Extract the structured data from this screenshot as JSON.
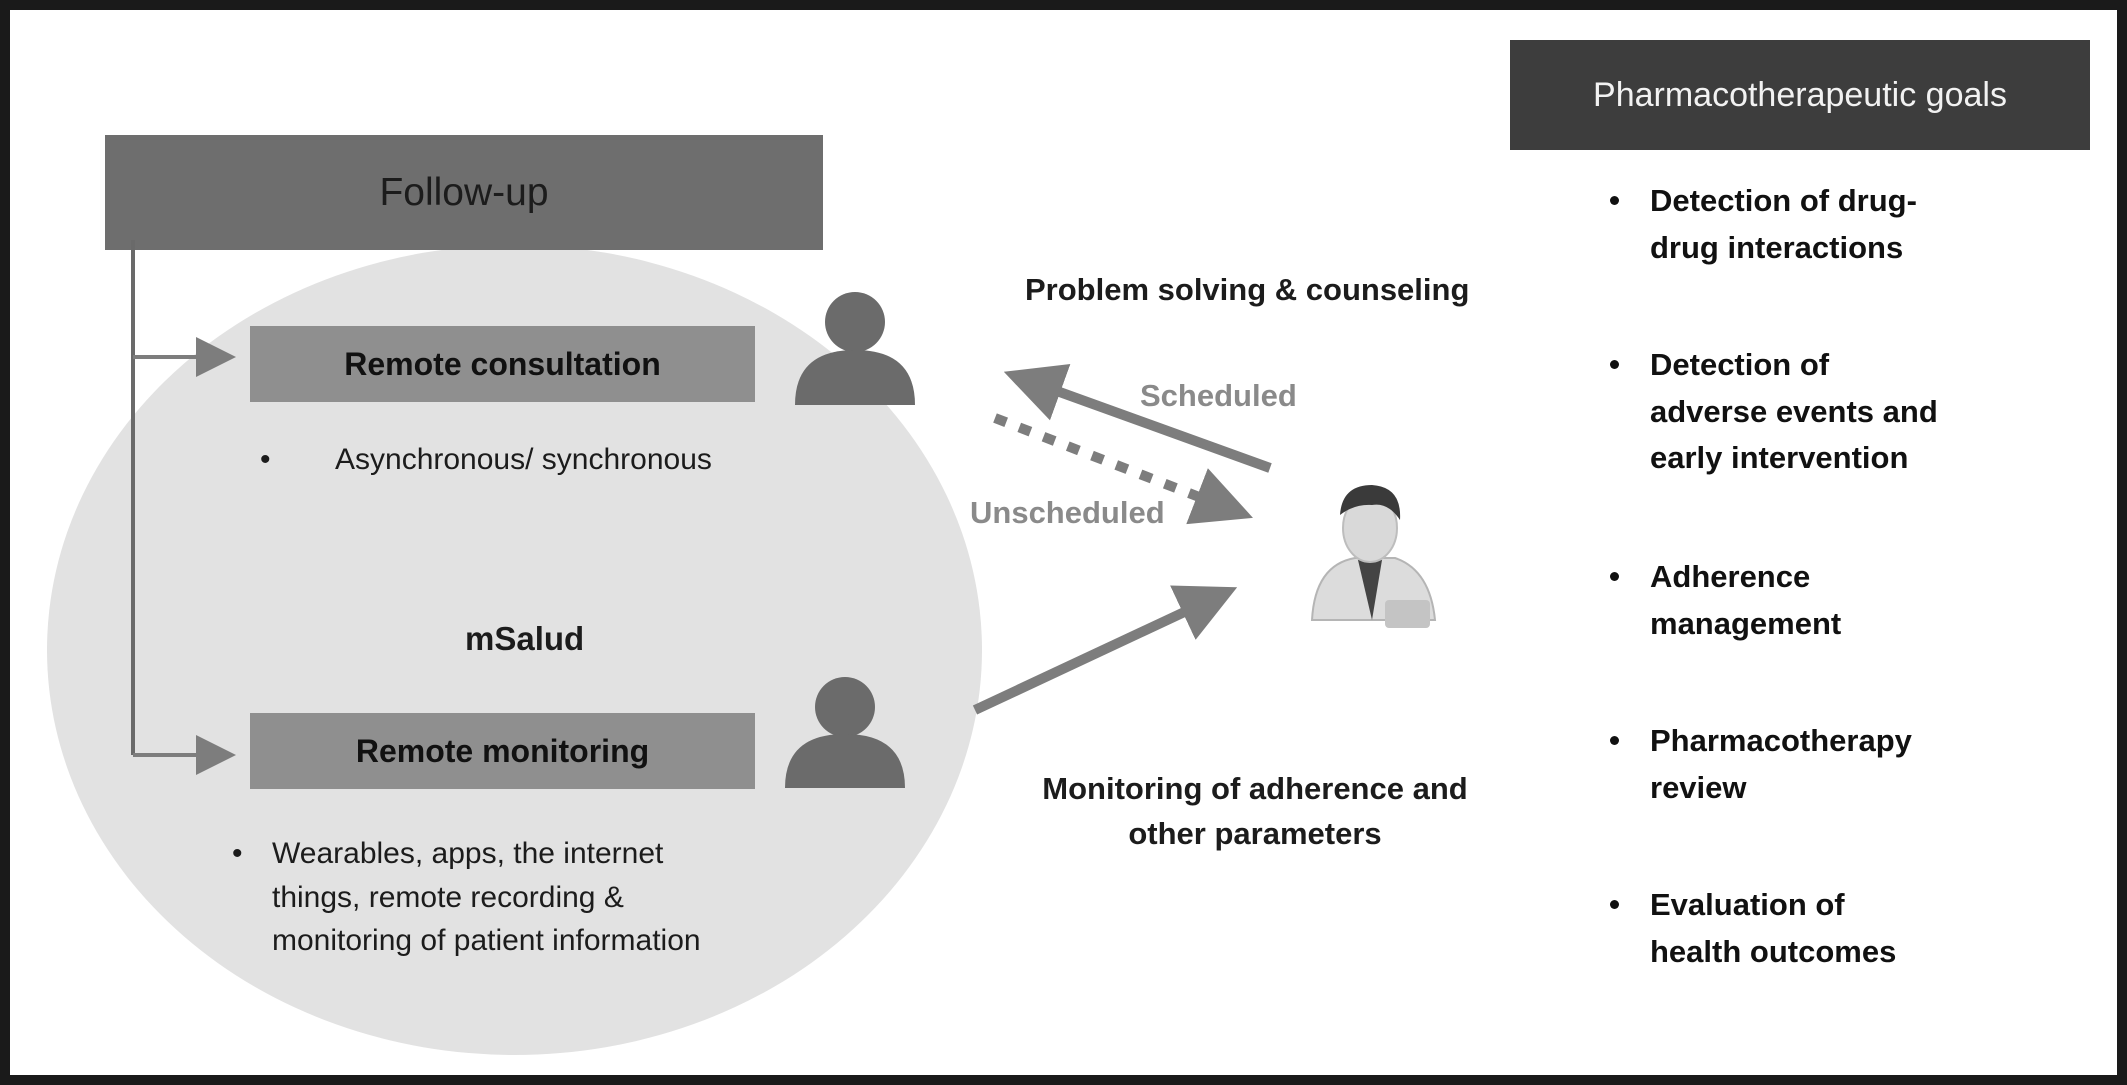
{
  "title": "Pharmacotherapeutic goals",
  "followup": {
    "label": "Follow-up",
    "center_label": "mSalud",
    "consultation": {
      "label": "Remote consultation",
      "bullet": "Asynchronous/ synchronous"
    },
    "monitoring": {
      "label": "Remote monitoring",
      "bullet_lines": [
        "Wearables, apps, the internet",
        "things, remote recording &",
        "monitoring of patient information"
      ]
    }
  },
  "middle": {
    "top_label": "Problem solving & counseling",
    "scheduled": "Scheduled",
    "unscheduled": "Unscheduled",
    "bottom_label_lines": [
      "Monitoring of adherence and",
      "other parameters"
    ]
  },
  "goals": [
    [
      "Detection of drug-",
      "drug interactions"
    ],
    [
      "Detection of",
      "adverse events and",
      "early intervention"
    ],
    [
      "Adherence",
      "management"
    ],
    [
      "Pharmacotherapy",
      "review"
    ],
    [
      "Evaluation of",
      "health outcomes"
    ]
  ],
  "colors": {
    "circle": "#e2e2e2",
    "header_dark": "#3d3d3d",
    "header_mid": "#6e6e6e",
    "box": "#8f8f8f",
    "arrow": "#7d7d7d"
  }
}
